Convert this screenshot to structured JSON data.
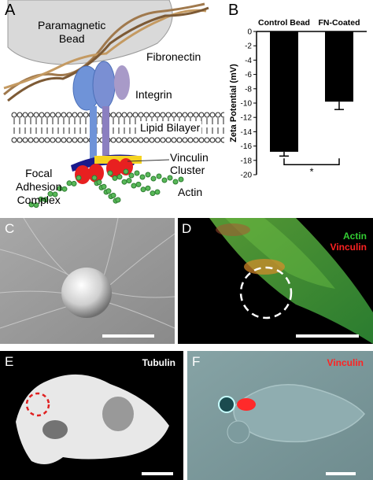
{
  "panels": {
    "a": {
      "letter": "A",
      "labels": {
        "bead": "Paramagnetic\nBead",
        "fibronectin": "Fibronectin",
        "integrin": "Integrin",
        "lipid": "Lipid Bilayer",
        "focal": "Focal\nAdhesion\nComplex",
        "vinculin": "Vinculin\nCluster",
        "actin": "Actin"
      }
    },
    "b": {
      "letter": "B",
      "significance": "*"
    },
    "c": {
      "letter": "C"
    },
    "d": {
      "letter": "D",
      "legend": [
        "Actin",
        "Vinculin"
      ]
    },
    "e": {
      "letter": "E",
      "stain": "Tubulin"
    },
    "f": {
      "letter": "F",
      "stain": "Vinculin"
    }
  },
  "colors": {
    "actin": "#33cc33",
    "vinculin": "#ff2222",
    "integrin": "#6b8fd6",
    "bar": "#000000"
  },
  "chart_data": {
    "type": "bar",
    "categories": [
      "Control Bead",
      "FN-Coated"
    ],
    "values": [
      -16.8,
      -9.8
    ],
    "errors": [
      0.6,
      1.1
    ],
    "xlabel": "",
    "ylabel": "Zeta Potential (mV)",
    "ylim": [
      -20,
      0
    ],
    "yticks": [
      0,
      -2,
      -4,
      -6,
      -8,
      -10,
      -12,
      -14,
      -16,
      -18,
      -20
    ],
    "grid": false,
    "legend": "none"
  }
}
